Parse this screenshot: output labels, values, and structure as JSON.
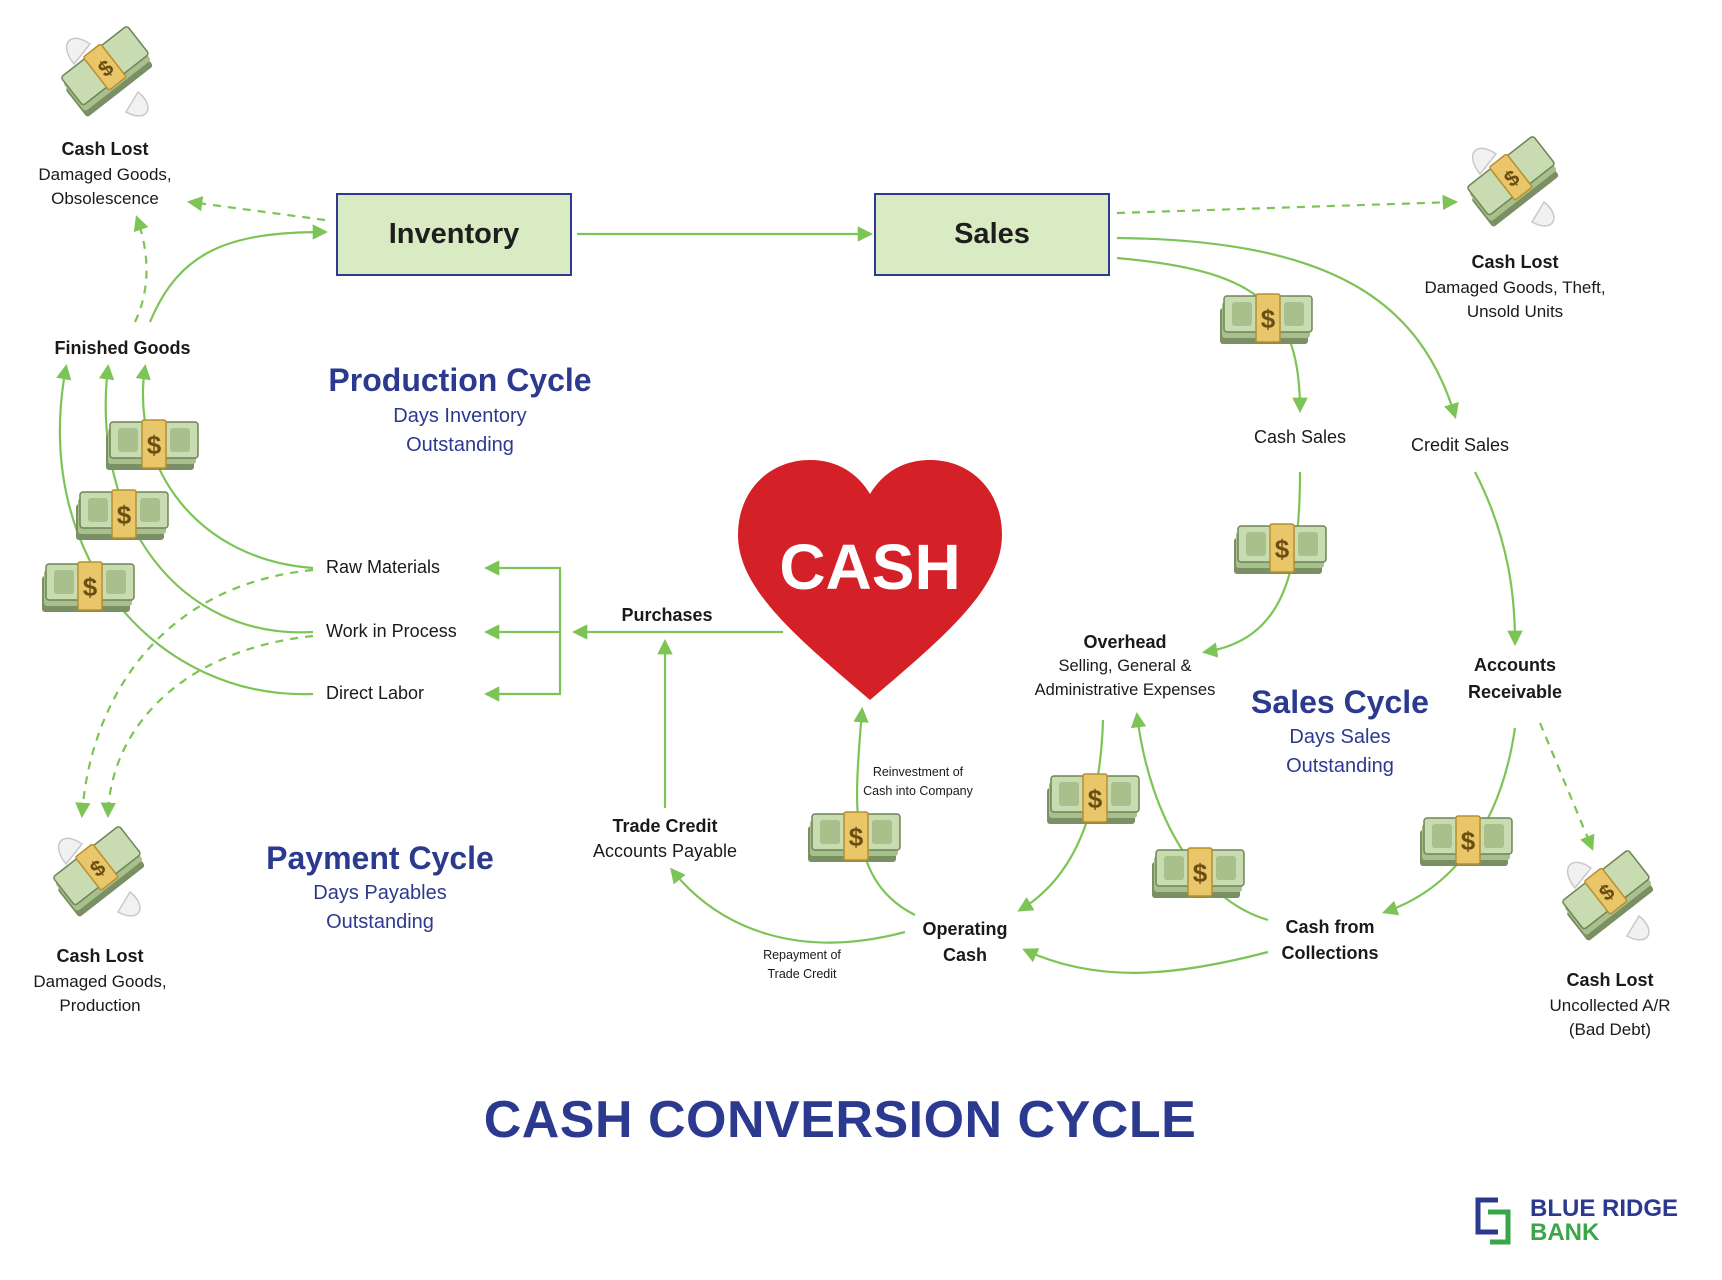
{
  "title": "CASH CONVERSION CYCLE",
  "boxes": {
    "inventory": "Inventory",
    "sales": "Sales"
  },
  "center": {
    "cash": "CASH"
  },
  "nodes": {
    "finished_goods": "Finished Goods",
    "raw_materials": "Raw Materials",
    "work_in_process": "Work in Process",
    "direct_labor": "Direct Labor",
    "purchases": "Purchases",
    "trade_credit_title": "Trade Credit",
    "trade_credit_sub": "Accounts Payable",
    "operating_cash_line1": "Operating",
    "operating_cash_line2": "Cash",
    "cash_from_collections_line1": "Cash from",
    "cash_from_collections_line2": "Collections",
    "cash_sales": "Cash Sales",
    "credit_sales": "Credit Sales",
    "accounts_receivable_line1": "Accounts",
    "accounts_receivable_line2": "Receivable",
    "overhead_title": "Overhead",
    "overhead_line1": "Selling, General &",
    "overhead_line2": "Administrative Expenses",
    "reinvestment_line1": "Reinvestment of",
    "reinvestment_line2": "Cash into Company",
    "repayment_line1": "Repayment of",
    "repayment_line2": "Trade Credit"
  },
  "cash_lost": {
    "title": "Cash Lost",
    "top_left": [
      "Damaged Goods,",
      "Obsolescence"
    ],
    "top_right": [
      "Damaged Goods, Theft,",
      "Unsold Units"
    ],
    "bottom_left": [
      "Damaged Goods,",
      "Production"
    ],
    "bottom_right": [
      "Uncollected A/R",
      "(Bad Debt)"
    ]
  },
  "cycles": {
    "production": {
      "title": "Production Cycle",
      "line1": "Days Inventory",
      "line2": "Outstanding"
    },
    "sales": {
      "title": "Sales Cycle",
      "line1": "Days Sales",
      "line2": "Outstanding"
    },
    "payment": {
      "title": "Payment Cycle",
      "line1": "Days Payables",
      "line2": "Outstanding"
    }
  },
  "logo": {
    "line1": "BLUE RIDGE",
    "line2": "BANK"
  },
  "colors": {
    "arrow": "#7cc455",
    "box_fill": "#d8ebc2",
    "box_border": "#2f3a8f",
    "heart": "#d42027",
    "cycle_text": "#2b3a8f",
    "logo_green": "#3aa54a"
  },
  "icons": [
    "money-stack-icon",
    "flying-money-icon",
    "heart-icon",
    "blue-ridge-bank-logo-icon"
  ]
}
